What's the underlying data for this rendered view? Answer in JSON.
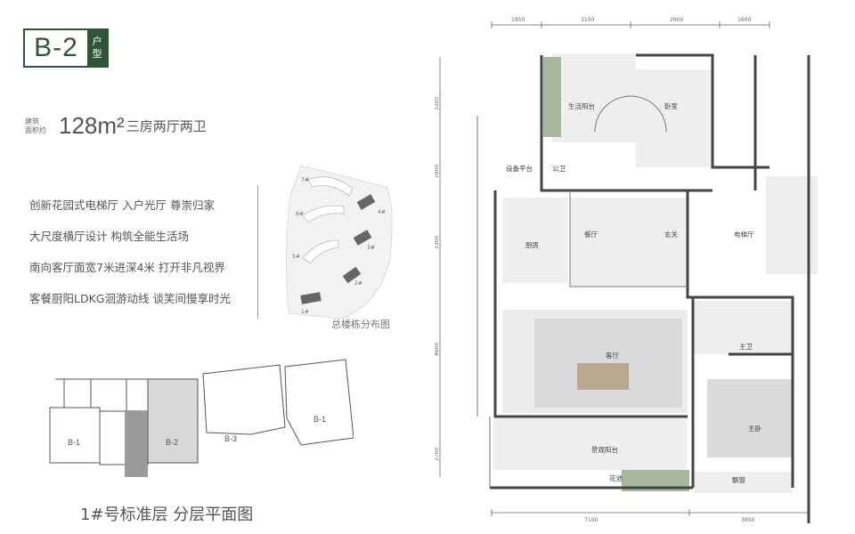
{
  "badge": {
    "code": "B-2",
    "tag_top": "户",
    "tag_bottom": "型"
  },
  "area": {
    "label_line1": "建筑",
    "label_line2": "面积约",
    "value": "128m²",
    "type": "三房两厅两卫"
  },
  "features": [
    "创新花园式电梯厅 入户光厅 尊崇归家",
    "大尺度横厅设计 构筑全能生活场",
    "南向客厅面宽7米进深4米 打开非凡视界",
    "客餐厨阳LDKG洄游动线 谈笑间慢享时光"
  ],
  "siteplan": {
    "caption": "总楼栋分布图",
    "buildings": [
      "7#",
      "6#",
      "5#",
      "4#",
      "3#",
      "2#",
      "1#"
    ]
  },
  "floorplan": {
    "caption": "1#号标准层 分层平面图",
    "units": [
      "B-1",
      "B-2",
      "B-3",
      "B-1"
    ]
  },
  "plan": {
    "top_dims": [
      "1950",
      "3100",
      "2900",
      "1600"
    ],
    "bottom_dims": [
      "7100",
      "3850"
    ],
    "left_dims": [
      "3200",
      "1800",
      "3300",
      "4600",
      "2700"
    ],
    "rooms": {
      "living_balcony": "生活阳台",
      "bedroom": "卧室",
      "equipment": "设备平台",
      "bath2": "公卫",
      "kitchen": "厨房",
      "dining": "餐厅",
      "foyer": "玄关",
      "elevator": "电梯厅",
      "master_bath": "主卫",
      "living": "客厅",
      "master_bed": "主卧",
      "view_balcony": "景观阳台",
      "planter": "花池",
      "bay_window": "飘窗"
    }
  }
}
